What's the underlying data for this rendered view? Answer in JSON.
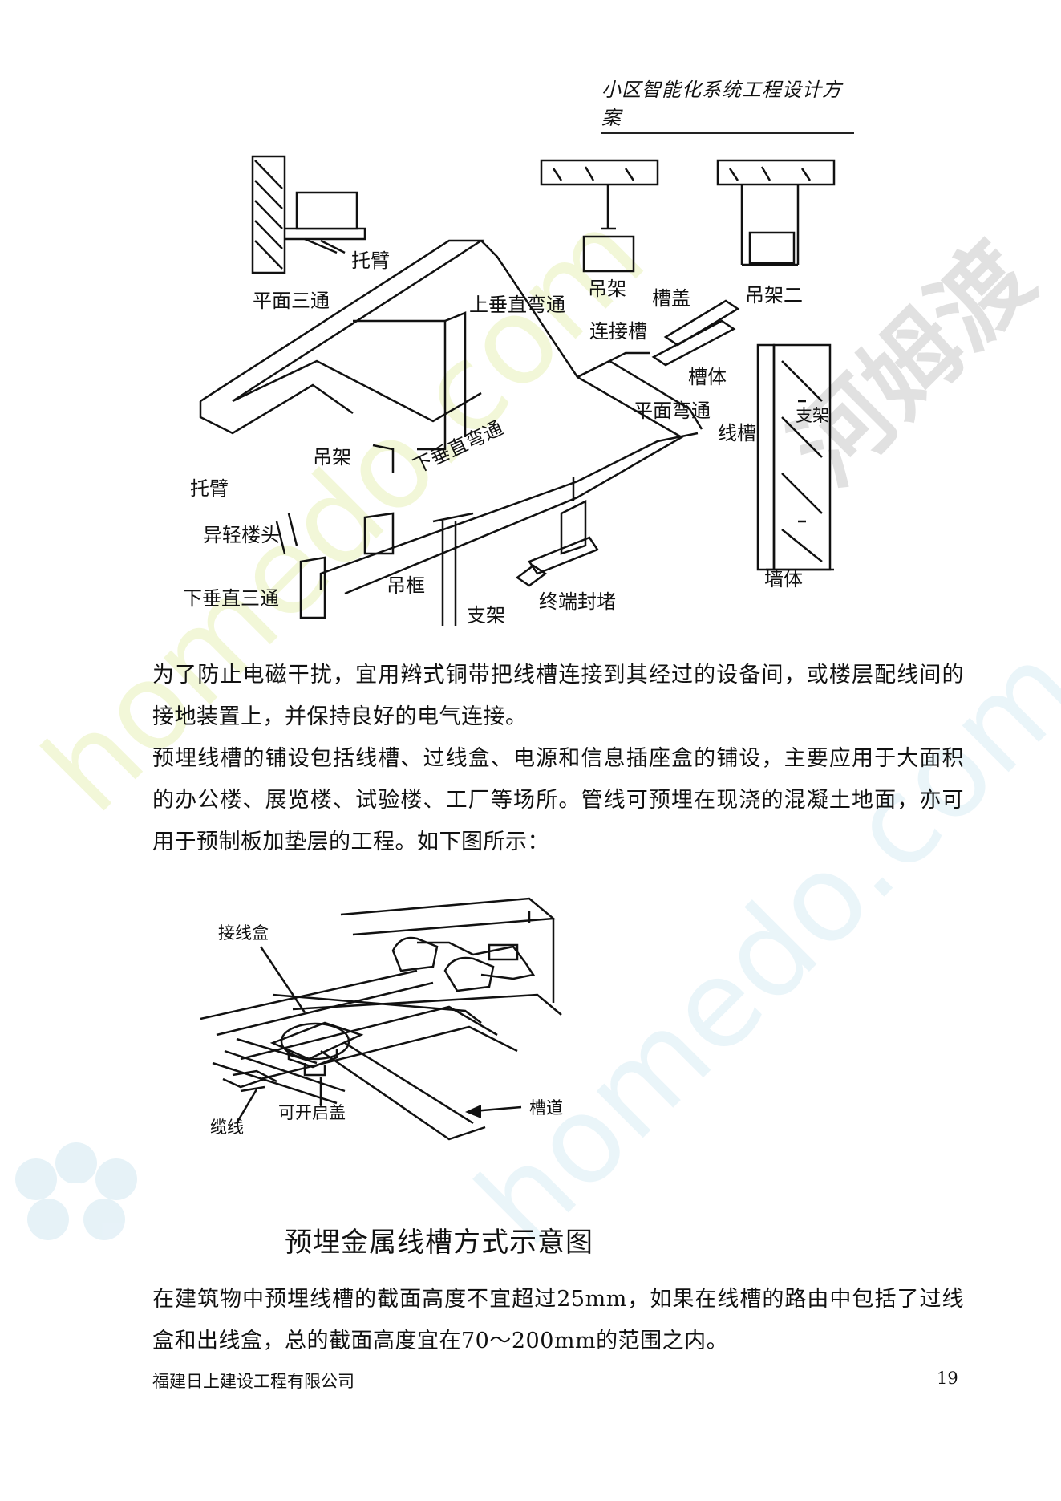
{
  "header": {
    "title": "小区智能化系统工程设计方案"
  },
  "figure1": {
    "labels": {
      "tuobi_top": "托臂",
      "pingmian_santong": "平面三通",
      "shang_chuizhi_wantong": "上垂直弯通",
      "diaojia": "吊架",
      "caogai": "槽盖",
      "diaojia_er": "吊架二",
      "lianjie_cao": "连接槽",
      "caoti": "槽体",
      "pingmian_wantong": "平面弯通",
      "xiancao": "线槽",
      "zhijia_small": "支架",
      "xia_chuizhi_wantong": "下垂直弯通",
      "diaojia_mid": "吊架",
      "tuobi_bottom": "托臂",
      "yiqing_loutou": "异轻楼头",
      "diaokuang": "吊框",
      "xia_chuizhi_santong": "下垂直三通",
      "zhijia": "支架",
      "zhongduan_fengdu": "终端封堵",
      "qiangti": "墙体"
    }
  },
  "paragraphs": {
    "p1": "为了防止电磁干扰，宜用辫式铜带把线槽连接到其经过的设备间，或楼层配线间的接地装置上，并保持良好的电气连接。",
    "p2": "预埋线槽的铺设包括线槽、过线盒、电源和信息插座盒的铺设，主要应用于大面积的办公楼、展览楼、试验楼、工厂等场所。管线可预埋在现浇的混凝土地面，亦可用于预制板加垫层的工程。如下图所示：",
    "p3": "在建筑物中预埋线槽的截面高度不宜超过25mm，如果在线槽的路由中包括了过线盒和出线盒，总的截面高度宜在70～200mm的范围之内。"
  },
  "figure2": {
    "labels": {
      "jiexianhe": "接线盒",
      "cao_dao": "槽道",
      "lanxian": "缆线",
      "kekai_qigai": "可开启盖"
    },
    "caption": "预埋金属线槽方式示意图"
  },
  "watermark": {
    "text_1": "河姆渡",
    "text_2": "homedo.com"
  },
  "footer": {
    "company": "福建日上建设工程有限公司",
    "page": "19"
  }
}
